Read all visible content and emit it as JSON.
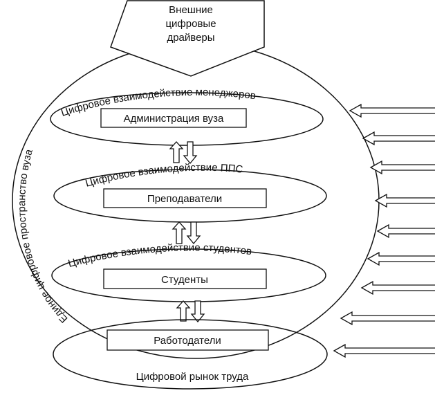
{
  "diagram": {
    "external": {
      "line1": "Внешние",
      "line2": "цифровые",
      "line3": "драйверы"
    },
    "outer_label": "Единое цифровое пространство вуза",
    "levels": {
      "managers": {
        "arc_label": "Цифровое взаимодействие менеджеров",
        "box_label": "Администрация вуза"
      },
      "teachers": {
        "arc_label": "Цифровое взаимодействие ППС",
        "box_label": "Преподаватели"
      },
      "students": {
        "arc_label": "Цифровое взаимодействие студентов",
        "box_label": "Студенты"
      }
    },
    "employers": {
      "box_label": "Работодатели"
    },
    "labor_market": {
      "label": "Цифровой рынок труда"
    }
  },
  "colors": {
    "stroke": "#111111",
    "background": "#ffffff"
  },
  "incoming_arrows": {
    "count": 9
  }
}
